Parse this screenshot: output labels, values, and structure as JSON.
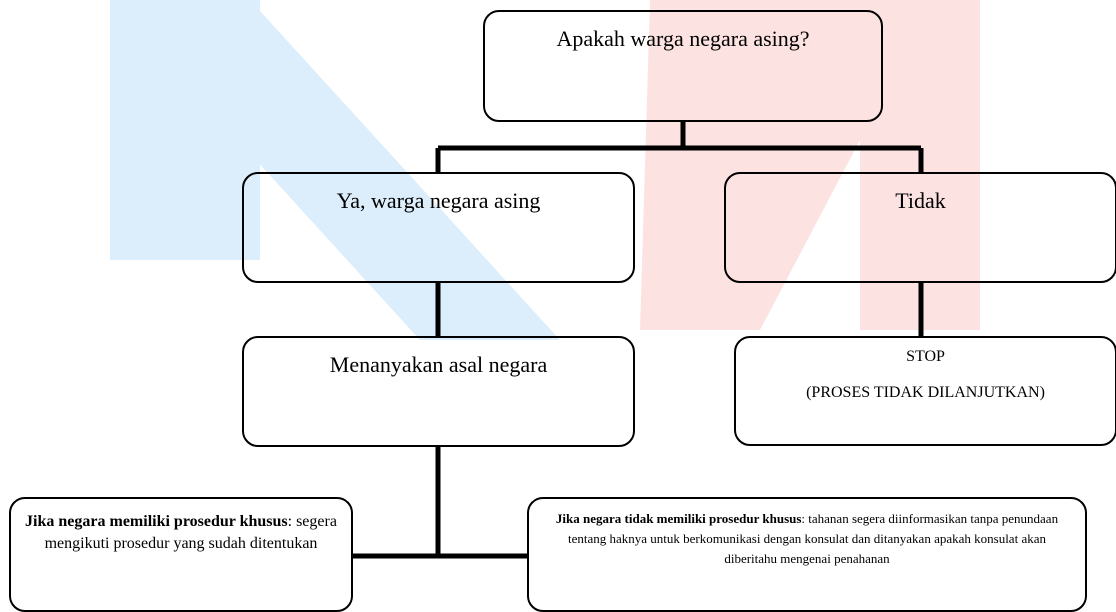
{
  "nodes": {
    "root": {
      "text": "Apakah warga negara asing?"
    },
    "yes": {
      "text": "Ya, warga negara asing"
    },
    "no": {
      "text": "Tidak"
    },
    "ask_country": {
      "text": "Menanyakan asal negara"
    },
    "stop": {
      "title": "STOP",
      "subtitle": "(PROSES TIDAK DILANJUTKAN)"
    },
    "special_procedure": {
      "bold": "Jika negara memiliki prosedur khusus",
      "rest": ": segera mengikuti prosedur yang sudah ditentukan"
    },
    "no_special_procedure": {
      "bold": "Jika negara tidak memiliki prosedur khusus",
      "rest": ": tahanan segera diinformasikan tanpa penundaan tentang haknya untuk berkomunikasi dengan konsulat dan ditanyakan apakah konsulat akan diberitahu mengenai penahanan"
    }
  },
  "watermark": {
    "blue": "#dceefb",
    "red": "#fde2e2"
  }
}
